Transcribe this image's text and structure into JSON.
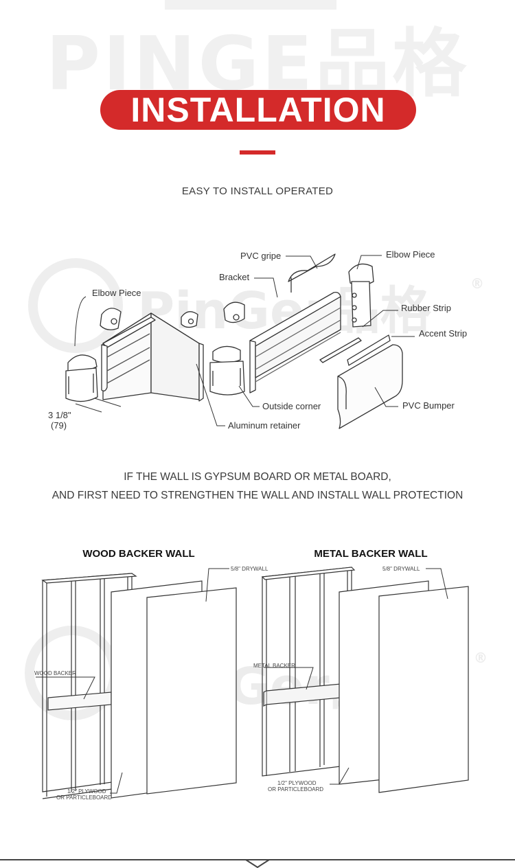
{
  "brand": {
    "watermark": "PINGE品格",
    "diagram_watermark": "PinGer品格",
    "reg": "®"
  },
  "header": {
    "title": "INSTALLATION",
    "subtitle": "EASY TO INSTALL  OPERATED"
  },
  "diagram1": {
    "labels": {
      "elbow_left": "Elbow Piece",
      "pvc_gripe": "PVC gripe",
      "bracket": "Bracket",
      "elbow_right": "Elbow Piece",
      "rubber_strip": "Rubber Strip",
      "accent_strip": "Accent Strip",
      "pvc_bumper": "PVC Bumper",
      "outside_corner": "Outside corner",
      "aluminum_retainer": "Aluminum retainer",
      "dim_inch": "3 1/8\"",
      "dim_mm": "(79)"
    }
  },
  "notes": {
    "line1": "IF THE WALL IS GYPSUM BOARD OR METAL BOARD,",
    "line2": "AND FIRST NEED TO  STRENGTHEN THE WALL AND INSTALL WALL PROTECTION"
  },
  "walls": {
    "wood": {
      "title": "WOOD BACKER WALL",
      "drywall": "5/8\" DRYWALL",
      "backer": "WOOD BACKER",
      "board1": "1/2\" PLYWOOD",
      "board2": "OR PARTICLEBOARD"
    },
    "metal": {
      "title": "METAL BACKER WALL",
      "drywall": "5/8\" DRYWALL",
      "backer": "METAL BACKER",
      "board1": "1/2\" PLYWOOD",
      "board2": "OR PARTICLEBOARD"
    }
  }
}
